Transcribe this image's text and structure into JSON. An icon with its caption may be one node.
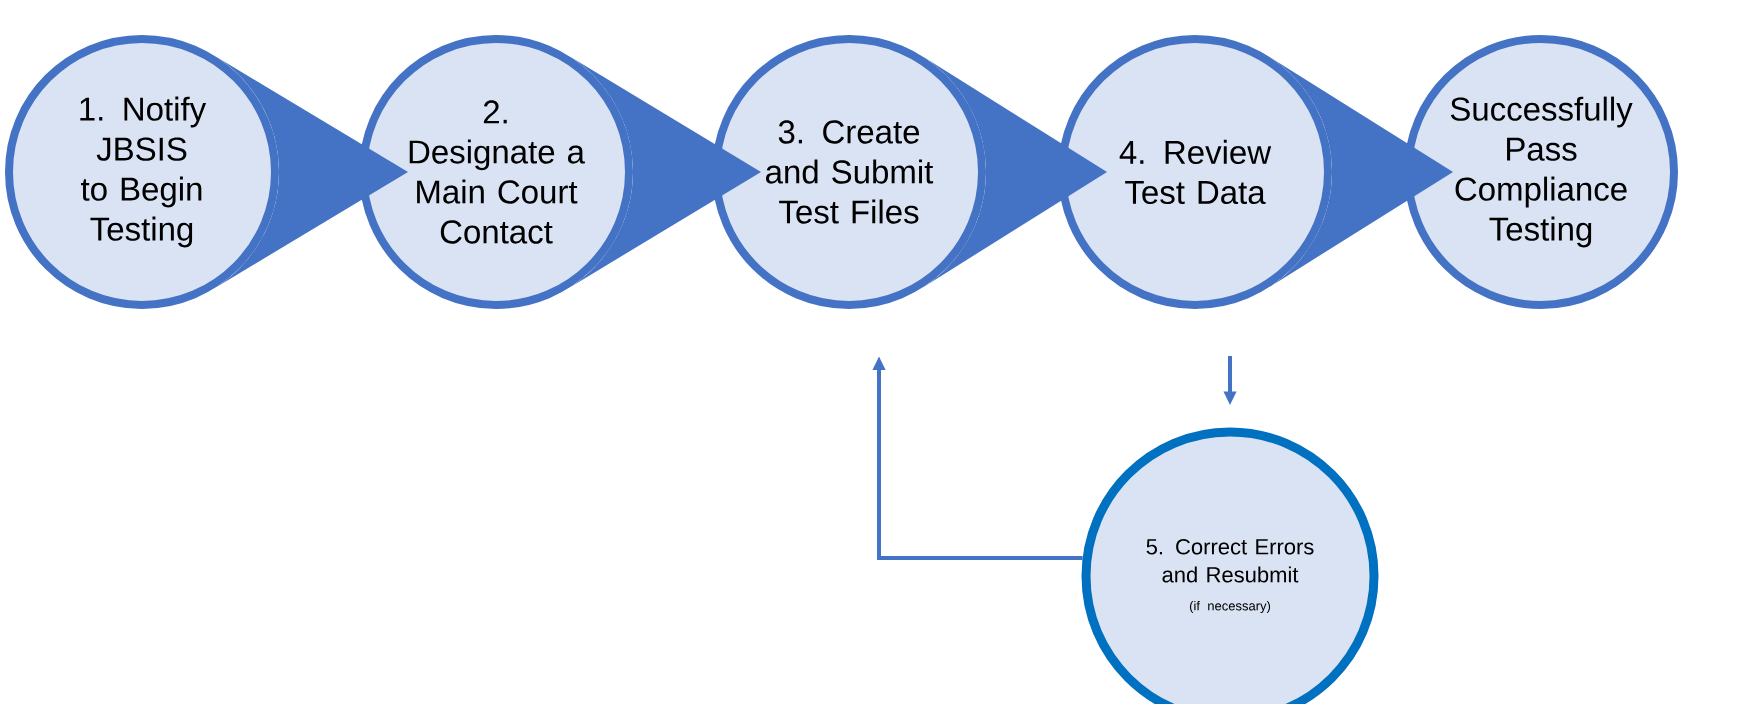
{
  "diagram": {
    "nodes": [
      {
        "text": [
          "1. Notify JBSIS to Begin Testing"
        ]
      },
      {
        "text": [
          "2. Designate a Main Court Contact"
        ]
      },
      {
        "text": [
          "3. Create and Submit Test Files"
        ]
      },
      {
        "text": [
          "4. Review Test Data"
        ]
      },
      {
        "text": [
          "Successfully Pass Compliance Testing"
        ]
      },
      {
        "text": [
          "5. Correct Errors and Resubmit",
          "(if necessary)"
        ]
      }
    ],
    "edges": [
      {
        "from": 0,
        "to": 1,
        "arrow": "to"
      },
      {
        "from": 1,
        "to": 2,
        "arrow": "to"
      },
      {
        "from": 2,
        "to": 3,
        "arrow": "to"
      },
      {
        "from": 3,
        "to": 4,
        "arrow": "to"
      },
      {
        "from": 3,
        "to": 5,
        "arrow": "to"
      },
      {
        "from": 5,
        "to": 2,
        "arrow": "to"
      }
    ]
  }
}
